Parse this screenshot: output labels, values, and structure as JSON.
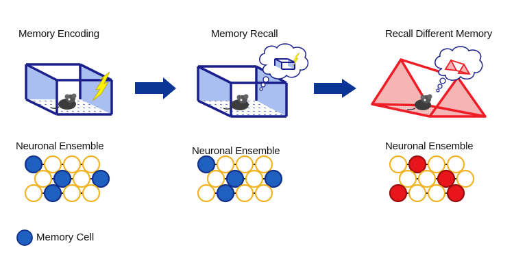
{
  "panels": [
    {
      "title": "Memory Encoding",
      "ensemble_label": "Neuronal Ensemble",
      "context_shape": "box",
      "stimulus": "lightning-shock",
      "thought_bubble": false,
      "active_color": "#1f5fbf",
      "active_cells": [
        [
          0,
          0
        ],
        [
          1,
          1
        ],
        [
          1,
          3
        ],
        [
          2,
          1
        ]
      ]
    },
    {
      "title": "Memory Recall",
      "ensemble_label": "Neuronal Ensemble",
      "context_shape": "box",
      "stimulus": "none",
      "thought_bubble": true,
      "thought_content": "box-with-shock",
      "active_color": "#1f5fbf",
      "active_cells": [
        [
          0,
          0
        ],
        [
          1,
          1
        ],
        [
          1,
          3
        ],
        [
          2,
          1
        ]
      ]
    },
    {
      "title": "Recall Different Memory",
      "ensemble_label": "Neuronal Ensemble",
      "context_shape": "triangular-prism",
      "stimulus": "none",
      "thought_bubble": true,
      "thought_content": "triangular-prism",
      "active_color": "#e8161b",
      "active_cells": [
        [
          0,
          1
        ],
        [
          1,
          2
        ],
        [
          2,
          0
        ],
        [
          2,
          3
        ]
      ]
    }
  ],
  "arrows": [
    {
      "from": "Memory Encoding",
      "to": "Memory Recall"
    },
    {
      "from": "Memory Recall",
      "to": "Recall Different Memory"
    }
  ],
  "legend": {
    "label": "Memory Cell",
    "color": "#1f5fbf"
  },
  "colors": {
    "box_edge": "#1a1f8c",
    "box_face": "#a9bff2",
    "prism_edge": "#ee1c24",
    "prism_face": "#f6b5b5",
    "neuron_inactive_stroke": "#f0b323",
    "arrow": "#0a3596",
    "lightning": "#fff200"
  },
  "grid": {
    "rows": 3,
    "cols": 4
  }
}
